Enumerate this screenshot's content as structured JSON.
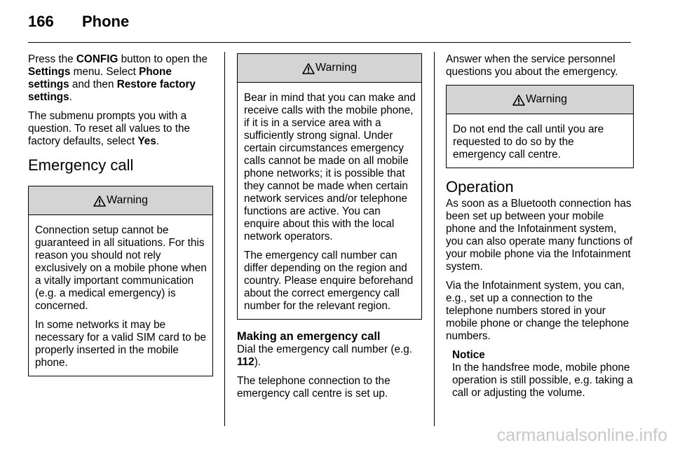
{
  "header": {
    "page_number": "166",
    "title": "Phone"
  },
  "left": {
    "intro": {
      "t1": "Press the ",
      "config": "CONFIG",
      "t2": " button to open the ",
      "settings": "Settings",
      "t3": " menu. Select ",
      "phone_settings": "Phone settings",
      "t4": " and then ",
      "restore": "Restore factory settings",
      "t5": "."
    },
    "submenu": {
      "text": "The submenu prompts you with a question. To reset all values to the factory defaults, select ",
      "yes": "Yes",
      "end": "."
    },
    "heading": "Emergency call",
    "warning": {
      "title": "Warning",
      "p1": "Connection setup cannot be guaranteed in all situations. For this reason you should not rely exclusively on a mobile phone when a vitally important communication (e.g. a medical emergency) is concerned.",
      "p2": "In some networks it may be necessary for a valid SIM card to be properly inserted in the mobile phone."
    }
  },
  "middle": {
    "warning": {
      "title": "Warning",
      "p1": "Bear in mind that you can make and receive calls with the mobile phone, if it is in a service area with a sufficiently strong signal. Under certain circumstances emergency calls cannot be made on all mobile phone networks; it is possible that they cannot be made when certain network services and/or telephone functions are active. You can enquire about this with the local network operators.",
      "p2": "The emergency call number can differ depending on the region and country. Please enquire beforehand about the correct emergency call number for the relevant region."
    },
    "subheading": "Making an emergency call",
    "dial": {
      "text": "Dial the emergency call number (e.g. ",
      "number": "112",
      "end": ")."
    },
    "connection": "The telephone connection to the emergency call centre is set up."
  },
  "right": {
    "answer": "Answer when the service personnel questions you about the emergency.",
    "warning": {
      "title": "Warning",
      "p1": "Do not end the call until you are requested to do so by the emergency call centre."
    },
    "heading": "Operation",
    "p1": "As soon as a Bluetooth connection has been set up between your mobile phone and the Infotainment system, you can also operate many functions of your mobile phone via the Infotainment system.",
    "p2": "Via the Infotainment system, you can, e.g., set up a connection to the telephone numbers stored in your mobile phone or change the telephone numbers.",
    "notice": {
      "title": "Notice",
      "text": "In the handsfree mode, mobile phone operation is still possible, e.g. taking a call or adjusting the volume."
    }
  },
  "watermark": "carmanualsonline.info",
  "icons": {
    "warning": "warning-triangle-icon"
  },
  "colors": {
    "warning_header_bg": "#d4d4d4",
    "watermark": "#c8c8c8"
  }
}
